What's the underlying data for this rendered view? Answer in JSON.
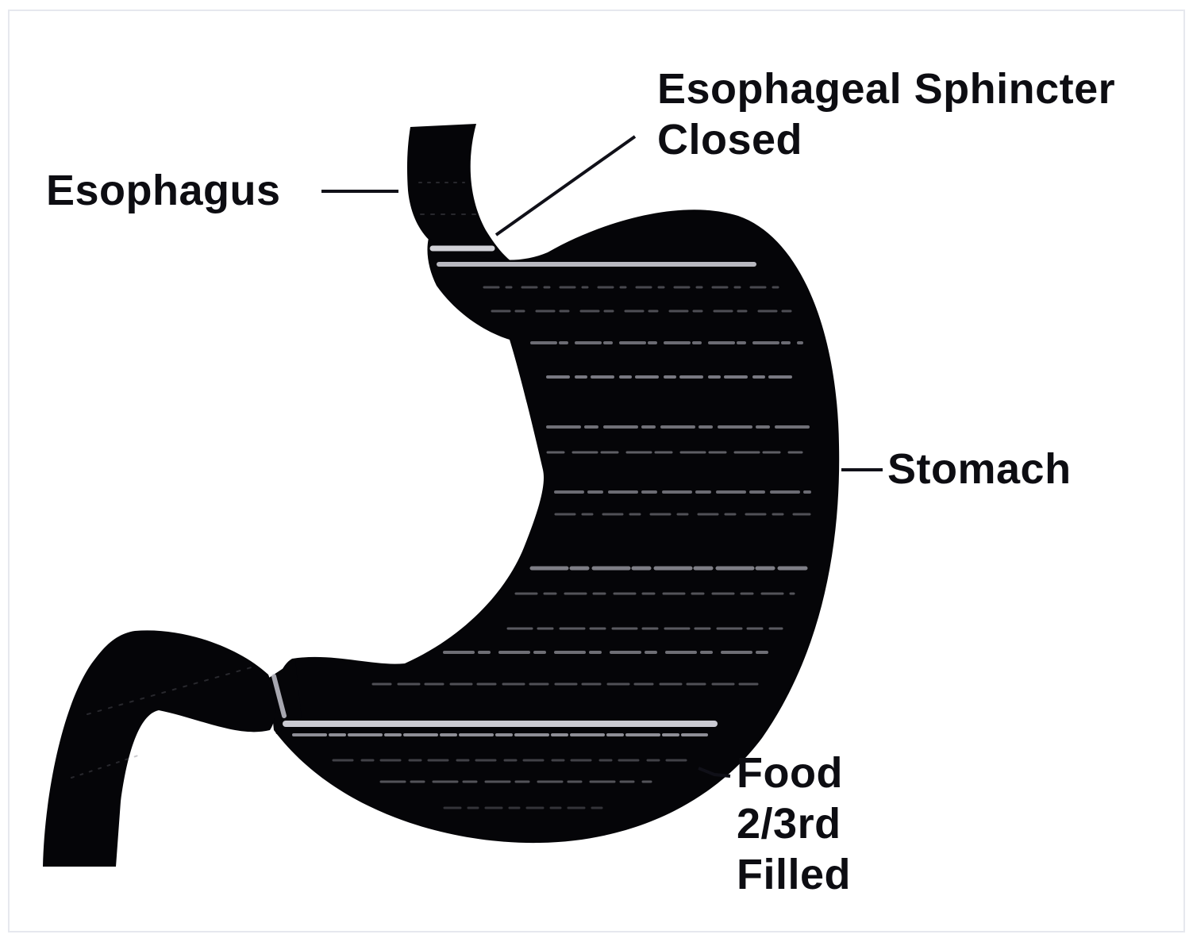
{
  "diagram": {
    "labels": {
      "esophagus": "Esophagus",
      "sphincter": {
        "line1": "Esophageal Sphincter",
        "line2": "Closed"
      },
      "stomach": "Stomach",
      "food": {
        "line1": "Food",
        "line2": "2/3rd",
        "line3": "Filled"
      }
    },
    "colors": {
      "organ_fill": "#050508",
      "texture_highlight": "#d8d8e0",
      "leader_line": "#101018",
      "text": "#0d0d12",
      "background": "#ffffff"
    }
  }
}
